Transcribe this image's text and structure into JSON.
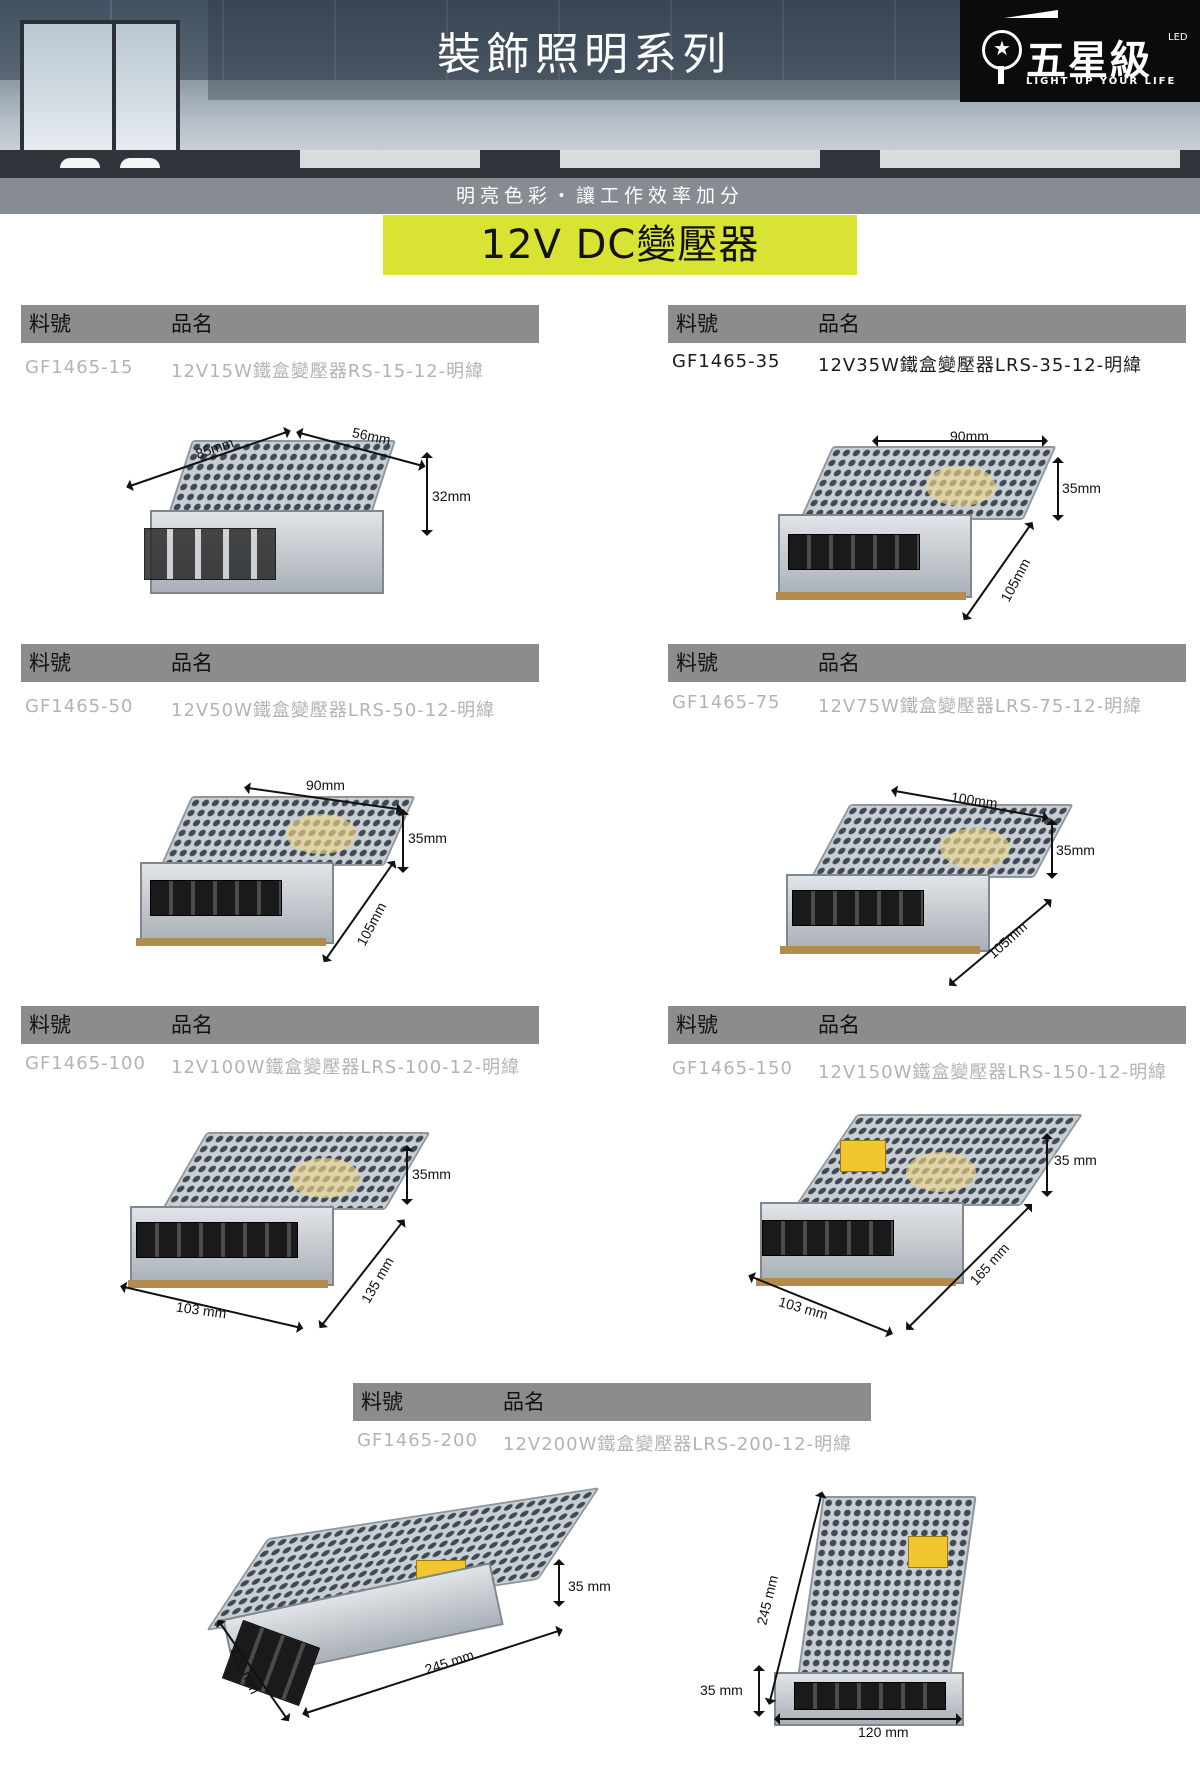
{
  "header": {
    "title": "裝飾照明系列",
    "logo_text": "五星級",
    "logo_side": "LED",
    "logo_tagline": "LIGHT UP YOUR LIFE"
  },
  "subtitle": "明亮色彩・讓工作效率加分",
  "main_heading": "12V  DC變壓器",
  "table_headers": {
    "code": "料號",
    "name": "品名"
  },
  "products": [
    {
      "code": "GF1465-15",
      "name": "12V15W鐵盒變壓器RS-15-12-明緯",
      "dims": [
        "85mm",
        "56mm",
        "32mm"
      ]
    },
    {
      "code": "GF1465-35",
      "name": "12V35W鐵盒變壓器LRS-35-12-明緯",
      "dims": [
        "90mm",
        "35mm",
        "105mm"
      ]
    },
    {
      "code": "GF1465-50",
      "name": "12V50W鐵盒變壓器LRS-50-12-明緯",
      "dims": [
        "90mm",
        "35mm",
        "105mm"
      ]
    },
    {
      "code": "GF1465-75",
      "name": "12V75W鐵盒變壓器LRS-75-12-明緯",
      "dims": [
        "100mm",
        "35mm",
        "105mm"
      ]
    },
    {
      "code": "GF1465-100",
      "name": "12V100W鐵盒變壓器LRS-100-12-明緯",
      "dims": [
        "35mm",
        "135 mm",
        "103 mm"
      ]
    },
    {
      "code": "GF1465-150",
      "name": "12V150W鐵盒變壓器LRS-150-12-明緯",
      "dims": [
        "35 mm",
        "165 mm",
        "103 mm"
      ]
    },
    {
      "code": "GF1465-200",
      "name": "12V200W鐵盒變壓器LRS-200-12-明緯",
      "dims": [
        "35 mm",
        "245 mm",
        "120 mm",
        "245 mm",
        "35 mm",
        "120 mm"
      ]
    }
  ]
}
